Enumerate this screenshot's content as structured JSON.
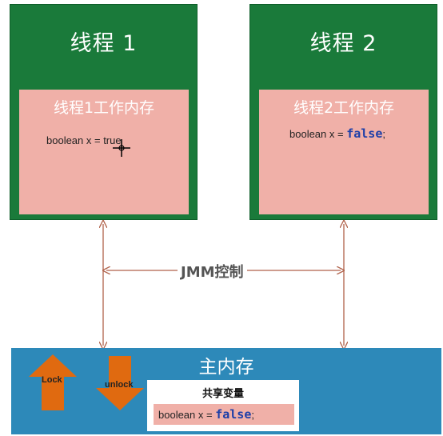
{
  "thread1": {
    "title": "线程 1",
    "work_memory_title": "线程1工作内存",
    "code": "boolean x = true"
  },
  "thread2": {
    "title": "线程 2",
    "work_memory_title": "线程2工作内存",
    "code_prefix": "boolean x = ",
    "code_value": "false",
    "code_suffix": ";"
  },
  "jmm": {
    "label": "JMM控制"
  },
  "main_memory": {
    "title": "主内存",
    "shared_title": "共享变量",
    "code_prefix": "boolean x = ",
    "code_value": "false",
    "code_suffix": ";",
    "lock_label": "Lock",
    "unlock_label": "unlock"
  },
  "colors": {
    "thread_box": "#1a7a3a",
    "work_memory": "#f0b0a8",
    "main_memory": "#2d89b9",
    "arrow": "#b0624a",
    "lock_arrow": "#e06a10",
    "keyword": "#1e3fa8"
  }
}
